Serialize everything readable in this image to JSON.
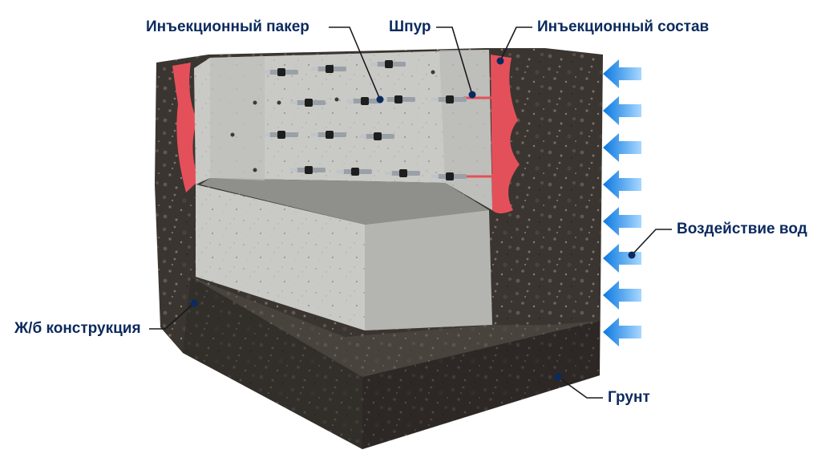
{
  "colors": {
    "label_text": "#0b2a5e",
    "leader_line": "#1a1a1a",
    "concrete": "#c9c9c5",
    "soil": "#3a3530",
    "injection": "#e4505a",
    "water_arrow": "#1a8fe8"
  },
  "labels": {
    "packer": "Инъекционный пакер",
    "borehole": "Шпур",
    "compound": "Инъекционный состав",
    "water": "Воздействие вод",
    "structure": "Ж/б конструкция",
    "soil": "Грунт"
  },
  "icons": {
    "water_arrow": "arrow-left-icon",
    "packer": "injection-packer-icon"
  }
}
